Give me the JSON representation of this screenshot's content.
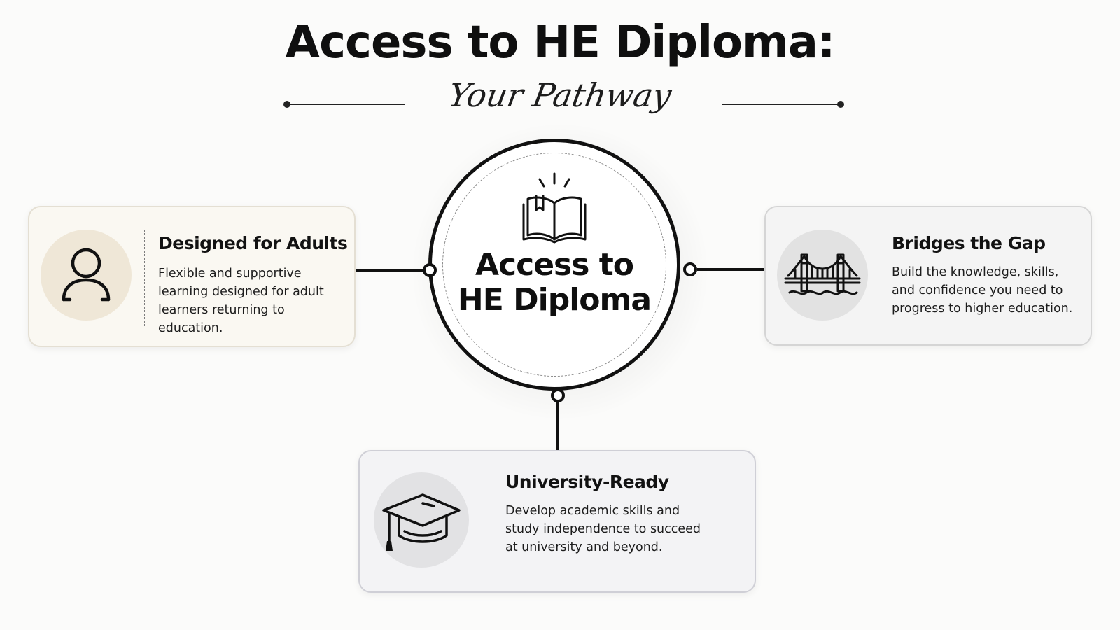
{
  "header": {
    "title": "Access to HE Diploma:",
    "subtitle": "Your Pathway"
  },
  "hub": {
    "label": "Access to HE Diploma",
    "icon": "open-book-icon"
  },
  "cards": [
    {
      "id": "designed-for-adults",
      "title": "Designed for Adults",
      "text": "Flexible and supportive learning designed for adult learners returning to education.",
      "icon": "person-icon",
      "color": "#faf8f2"
    },
    {
      "id": "bridges-the-gap",
      "title": "Bridges the Gap",
      "text": "Build the knowledge, skills, and confidence you need to progress to higher education.",
      "icon": "bridge-icon",
      "color": "#f4f4f4"
    },
    {
      "id": "university-ready",
      "title": "University-Ready",
      "text": "Develop academic skills and study independence to succeed at university and beyond.",
      "icon": "graduation-cap-icon",
      "color": "#f3f3f5"
    }
  ],
  "colors": {
    "ink": "#111111",
    "background": "#fbfbfa"
  }
}
